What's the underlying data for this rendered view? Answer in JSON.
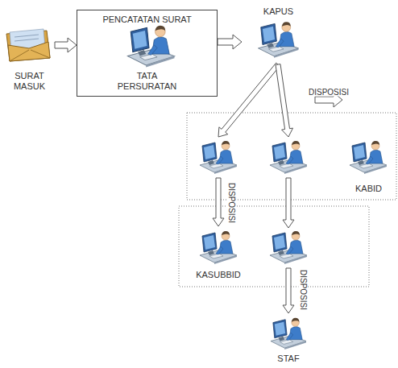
{
  "diagram": {
    "nodes": [
      {
        "text": [
          "SURAT MASUK"
        ]
      },
      {
        "text": [
          "PENCATATAN SURAT",
          "TATA PERSURATAN"
        ]
      },
      {
        "text": [
          "KAPUS"
        ]
      },
      {
        "text": [
          "KABID"
        ]
      },
      {
        "text": [
          "KASUBBID"
        ]
      },
      {
        "text": [
          "STAF"
        ]
      }
    ],
    "edges": [
      {
        "from": 0,
        "to": 1,
        "arrow": "to"
      },
      {
        "from": 1,
        "to": 2,
        "arrow": "to"
      },
      {
        "from": 2,
        "to": 3,
        "arrow": "to",
        "label": "DISPOSISI"
      }
    ],
    "labels": [
      "DISPOSISI",
      "DISPOSISI"
    ]
  }
}
